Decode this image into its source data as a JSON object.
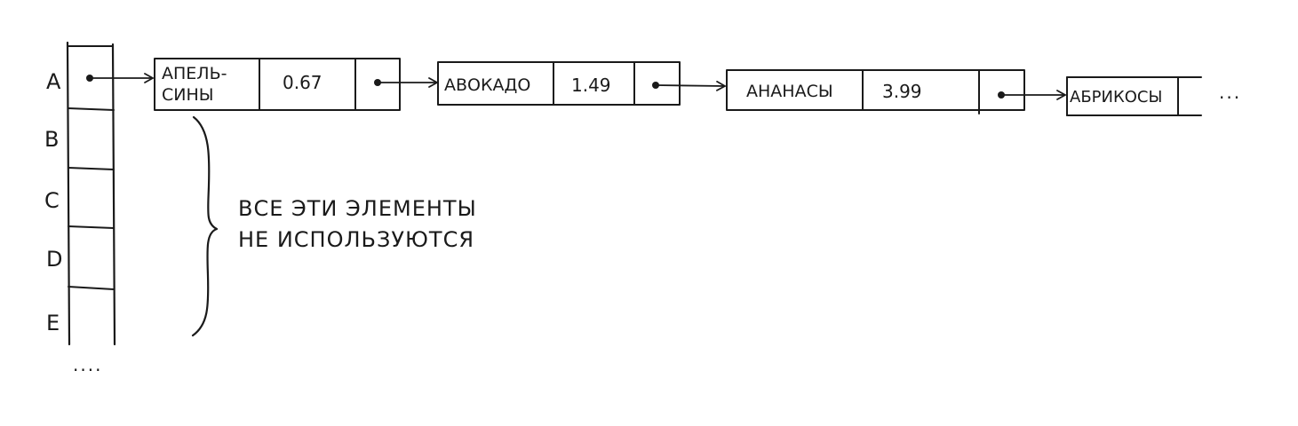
{
  "array": {
    "labels": [
      "A",
      "B",
      "C",
      "D",
      "E"
    ],
    "more": "...."
  },
  "list": [
    {
      "name_lines": [
        "АПЕЛЬ-",
        "СИНЫ"
      ],
      "price": "0.67"
    },
    {
      "name_lines": [
        "АВОКАДО"
      ],
      "price": "1.49"
    },
    {
      "name_lines": [
        "АНАНАСЫ"
      ],
      "price": "3.99"
    },
    {
      "name_lines": [
        "АБРИКОСЫ"
      ],
      "price": ""
    }
  ],
  "list_more": "...",
  "annotation": {
    "line1": "ВСЕ ЭТИ ЭЛЕМЕНТЫ",
    "line2": "НЕ ИСПОЛЬЗУЮТСЯ"
  }
}
